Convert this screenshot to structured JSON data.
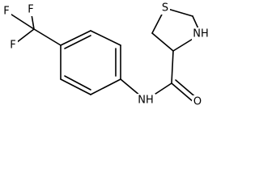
{
  "atoms": {
    "f1": "F",
    "f2": "F",
    "f3": "F",
    "s": "S",
    "nh_ring": "NH",
    "nh_amide": "NH",
    "o": "O"
  },
  "colors": {
    "bond": "#000000",
    "text": "#000000",
    "background": "#ffffff"
  }
}
